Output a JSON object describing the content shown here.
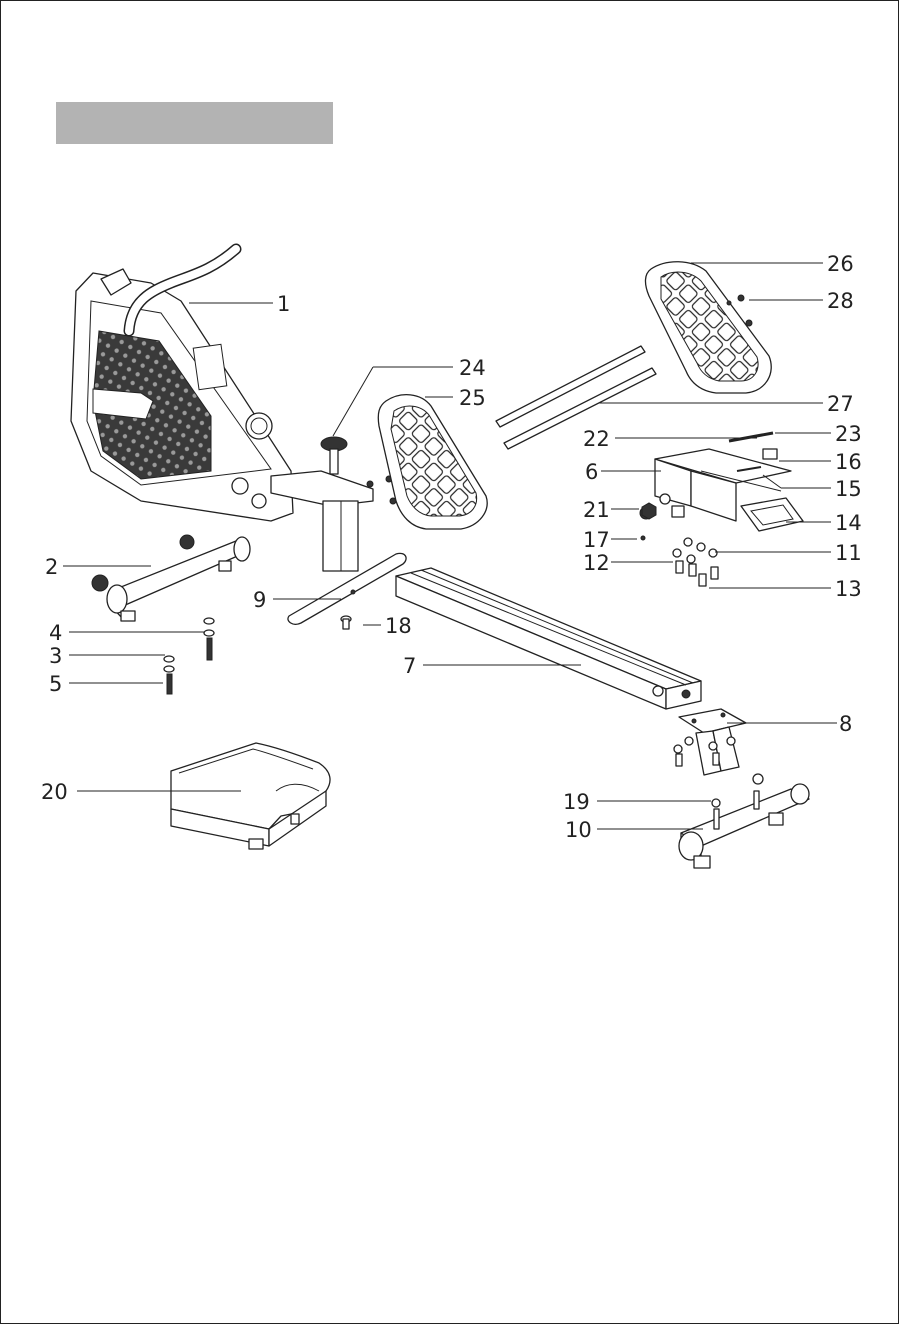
{
  "callouts": [
    {
      "num": "1"
    },
    {
      "num": "2"
    },
    {
      "num": "3"
    },
    {
      "num": "4"
    },
    {
      "num": "5"
    },
    {
      "num": "6"
    },
    {
      "num": "7"
    },
    {
      "num": "8"
    },
    {
      "num": "9"
    },
    {
      "num": "10"
    },
    {
      "num": "11"
    },
    {
      "num": "12"
    },
    {
      "num": "13"
    },
    {
      "num": "14"
    },
    {
      "num": "15"
    },
    {
      "num": "16"
    },
    {
      "num": "17"
    },
    {
      "num": "18"
    },
    {
      "num": "19"
    },
    {
      "num": "20"
    },
    {
      "num": "21"
    },
    {
      "num": "22"
    },
    {
      "num": "23"
    },
    {
      "num": "24"
    },
    {
      "num": "25"
    },
    {
      "num": "26"
    },
    {
      "num": "27"
    },
    {
      "num": "28"
    }
  ],
  "colors": {
    "title_bar": "#b3b3b3",
    "line": "#222222",
    "background": "#ffffff"
  }
}
